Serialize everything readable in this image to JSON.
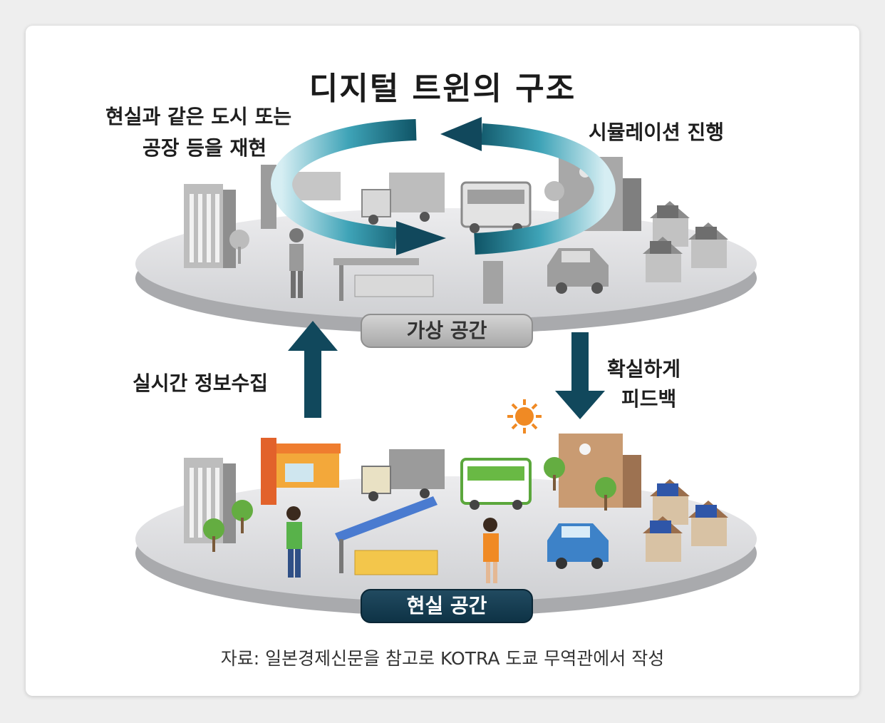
{
  "title": "디지털 트윈의 구조",
  "labels": {
    "reproduce_line1": "현실과 같은 도시 또는",
    "reproduce_line2": "공장 등을 재현",
    "simulation": "시뮬레이션 진행",
    "realtime": "실시간 정보수집",
    "feedback_line1": "확실하게",
    "feedback_line2": "피드백"
  },
  "spaces": {
    "virtual": "가상 공간",
    "real": "현실 공간"
  },
  "source": "자료: 일본경제신문을 참고로 KOTRA 도쿄 무역관에서 작성",
  "colors": {
    "arrow_dark": "#11485c",
    "ring_teal": "#5fb6c6",
    "platform": "#d7d7d9",
    "real_pill": "#123a4d",
    "bus": "#69b944",
    "car": "#3d82c8",
    "shop": "#f3a83a",
    "school": "#b98e67"
  }
}
